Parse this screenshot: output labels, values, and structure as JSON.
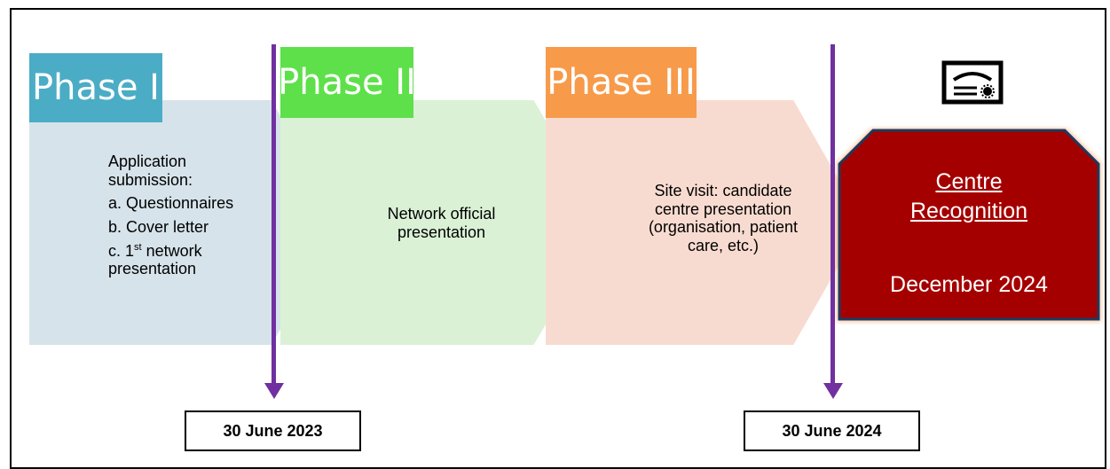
{
  "phases": [
    {
      "label": "Phase I",
      "color": "#4bacc6",
      "text_lines": [
        "Application",
        "submission:",
        "a. Questionnaires",
        "b. Cover letter",
        "c. 1",
        "st",
        "network",
        "presentation"
      ]
    },
    {
      "label": "Phase II",
      "color": "#5ee04a",
      "text_lines": [
        "Network official",
        "presentation"
      ]
    },
    {
      "label": "Phase III",
      "color": "#f79a4a",
      "text_lines": [
        "Site visit: candidate",
        "centre presentation",
        "(organisation, patient",
        "care, etc.)"
      ]
    }
  ],
  "milestones": [
    {
      "date": "30 June 2023"
    },
    {
      "date": "30 June 2024"
    }
  ],
  "outcome": {
    "title_line1": "Centre",
    "title_line2": "Recognition",
    "date": "December 2024",
    "color": "#a50000",
    "icon": "certificate-icon"
  },
  "colors": {
    "milestone_line": "#7030a0",
    "phase1_body": "#d6e3ea",
    "phase2_body": "#daf1d6",
    "phase3_body": "#f8dbd0"
  }
}
